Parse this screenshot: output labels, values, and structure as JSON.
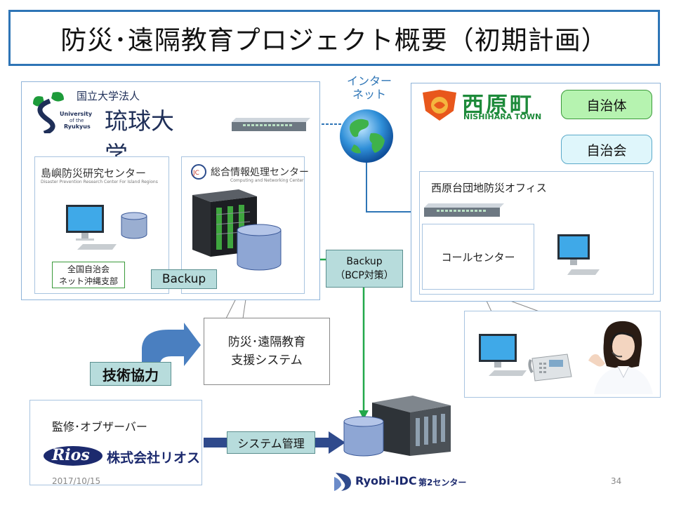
{
  "title": "防災･遠隔教育プロジェクト概要（初期計画）",
  "internet": {
    "line1": "インター",
    "line2": "ネット"
  },
  "ryukyu": {
    "corp": "国立大学法人",
    "name": "琉球大学",
    "en1": "University",
    "en2": "of the",
    "en3": "Ryukyus"
  },
  "disaster_center": {
    "name": "島嶼防災研究センター",
    "sub": "Disaster Prevention Research Center For Island Regions"
  },
  "computing_center": {
    "name": "総合情報処理センター",
    "sub": "Computing and Networking Center"
  },
  "network_branch": {
    "line1": "全国自治会",
    "line2": "ネット沖縄支部"
  },
  "backup_label": "Backup",
  "backup_bcp": {
    "line1": "Backup",
    "line2": "（BCP対策）"
  },
  "nishihara": {
    "logo_text": "西原町",
    "logo_en": "NISHIHARA TOWN"
  },
  "municipality_button": "自治体",
  "association_button": "自治会",
  "office": {
    "title": "西原台団地防災オフィス",
    "call_center": "コールセンター"
  },
  "support_system": {
    "line1": "防災･遠隔教育",
    "line2": "支援システム"
  },
  "tech_cooperation": "技術協力",
  "supervisor": {
    "label": "監修･オブザーバー",
    "logo": "Rios",
    "company": "株式会社リオス"
  },
  "system_mgmt": "システム管理",
  "footer": {
    "date": "2017/10/15",
    "center": "Ryobi-IDC",
    "center_sub": "第2センター",
    "page": "34"
  },
  "colors": {
    "accent": "#2e75b6",
    "green_line": "#22a84a",
    "navy_arrow": "#2f4a8c",
    "teal_box": "#b7dcdc"
  }
}
